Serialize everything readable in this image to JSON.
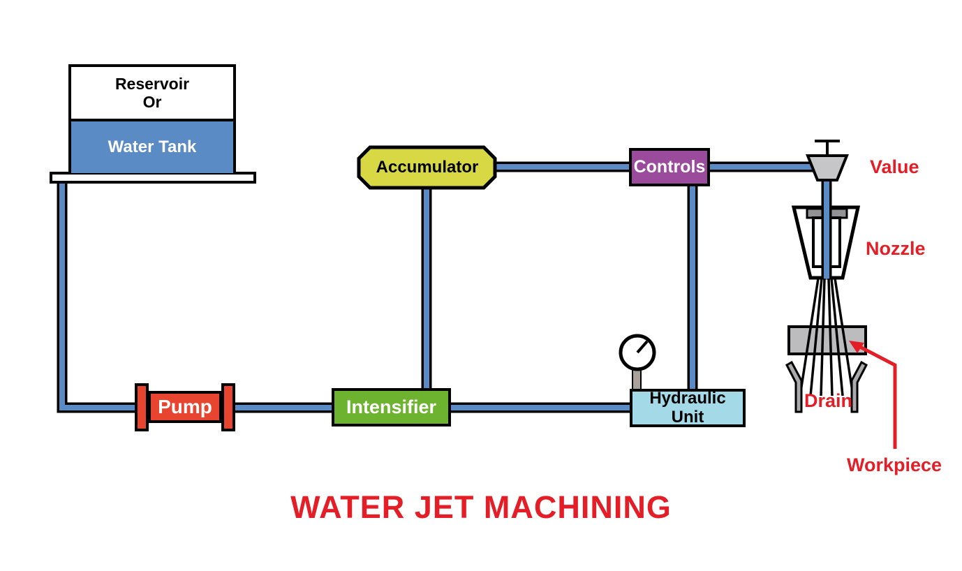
{
  "title": "WATER JET MACHINING",
  "components": {
    "tank": {
      "line1": "Reservoir",
      "line2": "Or",
      "line3": "Water Tank"
    },
    "pump": {
      "label": "Pump"
    },
    "accumulator": {
      "label": "Accumulator"
    },
    "intensifier": {
      "label": "Intensifier"
    },
    "controls": {
      "label": "Controls"
    },
    "hydraulic_unit": {
      "line1": "Hydraulic",
      "line2": "Unit"
    }
  },
  "annotations": {
    "valve": "Value",
    "nozzle": "Nozzle",
    "drain": "Drain",
    "workpiece": "Workpiece"
  },
  "palette": {
    "pipe_blue": "#5b8bc5",
    "tank_blue": "#5b8bc5",
    "accumulator_yellow": "#d7d844",
    "controls_purple": "#9a4b9c",
    "pump_red": "#e84531",
    "intensifier_green": "#6eb32f",
    "hydraulic_cyan": "#a4dae8",
    "metal_gray": "#c6c5c7",
    "workpiece_gray": "#bcbbbd",
    "annotation_red": "#e31e26"
  }
}
